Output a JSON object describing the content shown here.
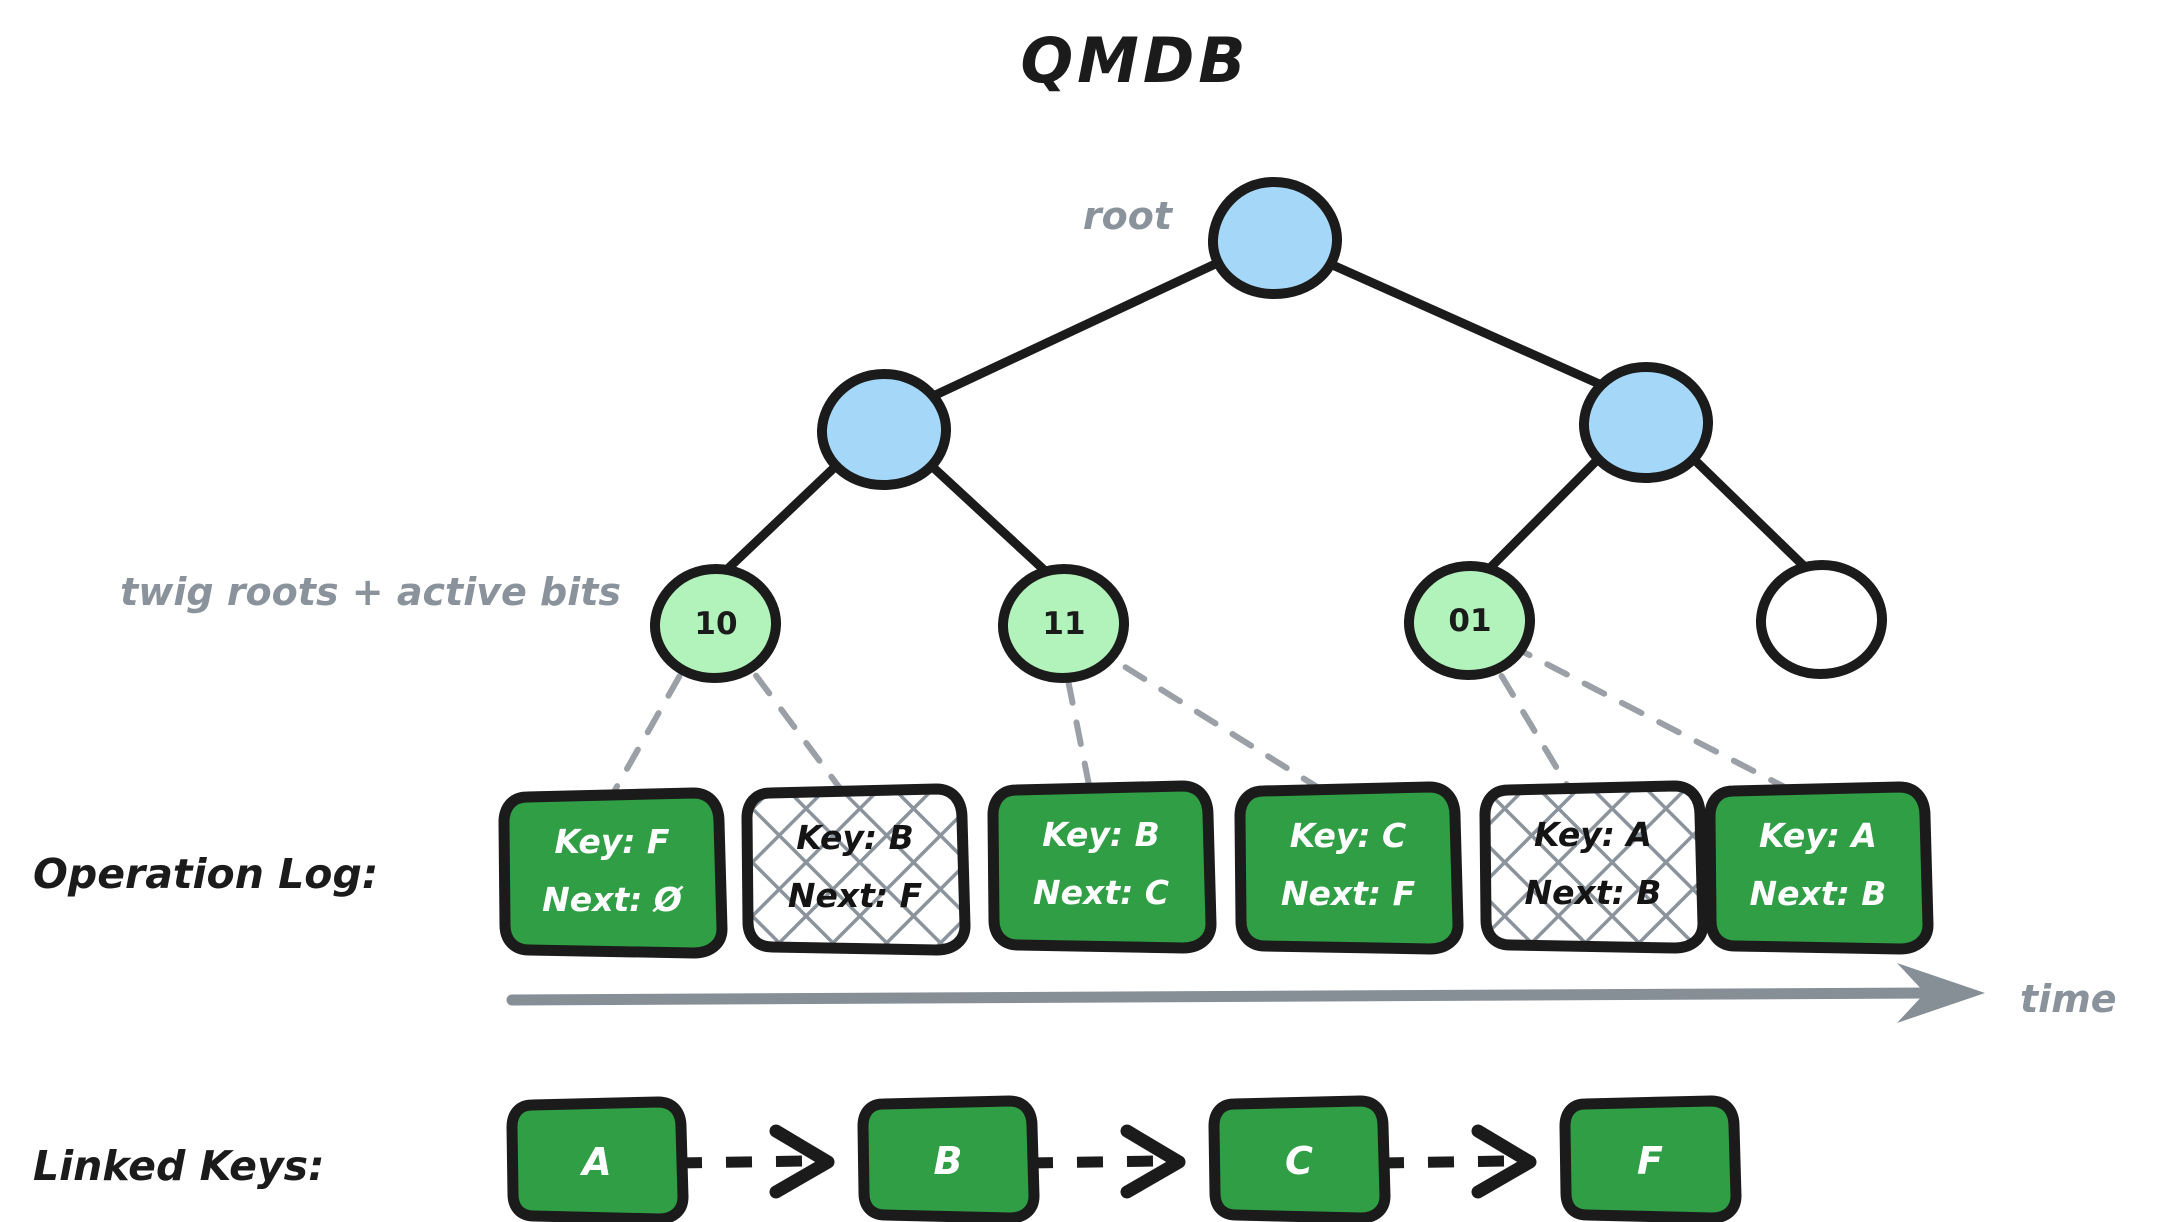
{
  "title": "QMDB",
  "labels": {
    "root": "root",
    "twig_roots": "twig roots + active bits",
    "operation_log": "Operation Log:",
    "linked_keys": "Linked Keys:",
    "time": "time"
  },
  "colors": {
    "node_blue": "#A5D8F8",
    "node_green": "#B2F2BB",
    "node_white": "#FFFFFF",
    "box_green": "#2F9E44",
    "outline_black": "#1B1B1B",
    "gray_label": "#8A939C",
    "gray_line": "#868E96",
    "hatch_gray": "#8B949C"
  },
  "tree": {
    "root": {
      "label": "",
      "fill": "node_blue"
    },
    "internal": [
      {
        "label": "",
        "fill": "node_blue"
      },
      {
        "label": "",
        "fill": "node_blue"
      }
    ],
    "twigs": [
      {
        "label": "10",
        "fill": "node_green"
      },
      {
        "label": "11",
        "fill": "node_green"
      },
      {
        "label": "01",
        "fill": "node_green"
      },
      {
        "label": "",
        "fill": "node_white"
      }
    ]
  },
  "operation_log": {
    "entries": [
      {
        "key_line": "Key: F",
        "next_line": "Next: Ø",
        "state": "active"
      },
      {
        "key_line": "Key: B",
        "next_line": "Next: F",
        "state": "inactive"
      },
      {
        "key_line": "Key: B",
        "next_line": "Next: C",
        "state": "active"
      },
      {
        "key_line": "Key: C",
        "next_line": "Next: F",
        "state": "active"
      },
      {
        "key_line": "Key: A",
        "next_line": "Next: B",
        "state": "inactive"
      },
      {
        "key_line": "Key: A",
        "next_line": "Next: B",
        "state": "active"
      }
    ]
  },
  "linked_keys": {
    "nodes": [
      "A",
      "B",
      "C",
      "F"
    ],
    "arrows": [
      "dashed-arrow",
      "dashed-arrow",
      "dashed-arrow"
    ]
  }
}
